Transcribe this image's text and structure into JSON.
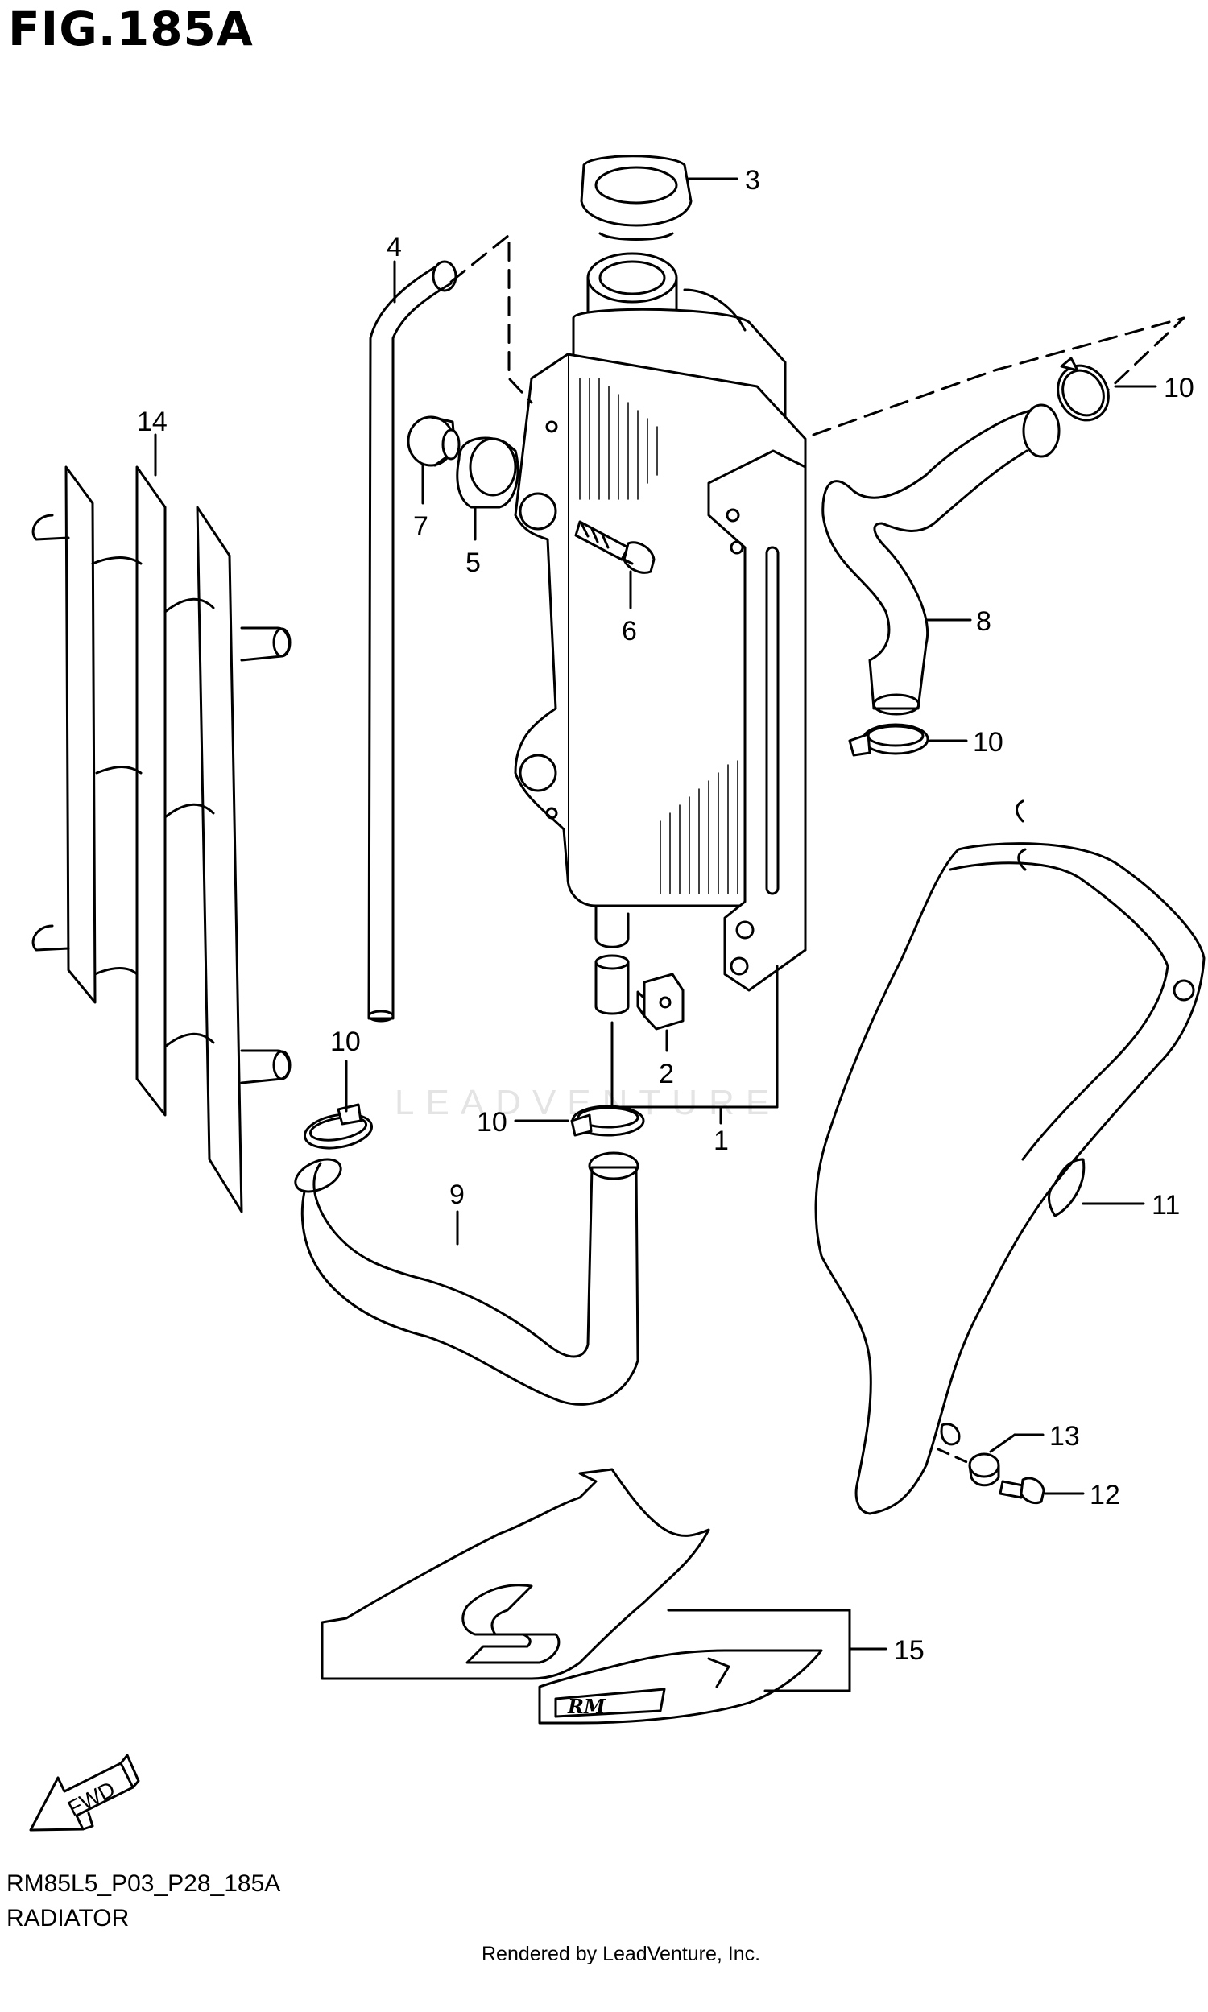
{
  "figure": {
    "title": "FIG.185A",
    "code": "RM85L5_P03_P28_185A",
    "name": "RADIATOR",
    "rendered_by": "Rendered by LeadVenture, Inc.",
    "watermark": "LEADVENTURE",
    "fwd_label": "FWD",
    "decal_label": "RM"
  },
  "callouts": {
    "c1": "1",
    "c2": "2",
    "c3": "3",
    "c4": "4",
    "c5": "5",
    "c6": "6",
    "c7": "7",
    "c8": "8",
    "c9": "9",
    "c10a": "10",
    "c10b": "10",
    "c10c": "10",
    "c10d": "10",
    "c11": "11",
    "c12": "12",
    "c13": "13",
    "c14": "14",
    "c15": "15"
  }
}
